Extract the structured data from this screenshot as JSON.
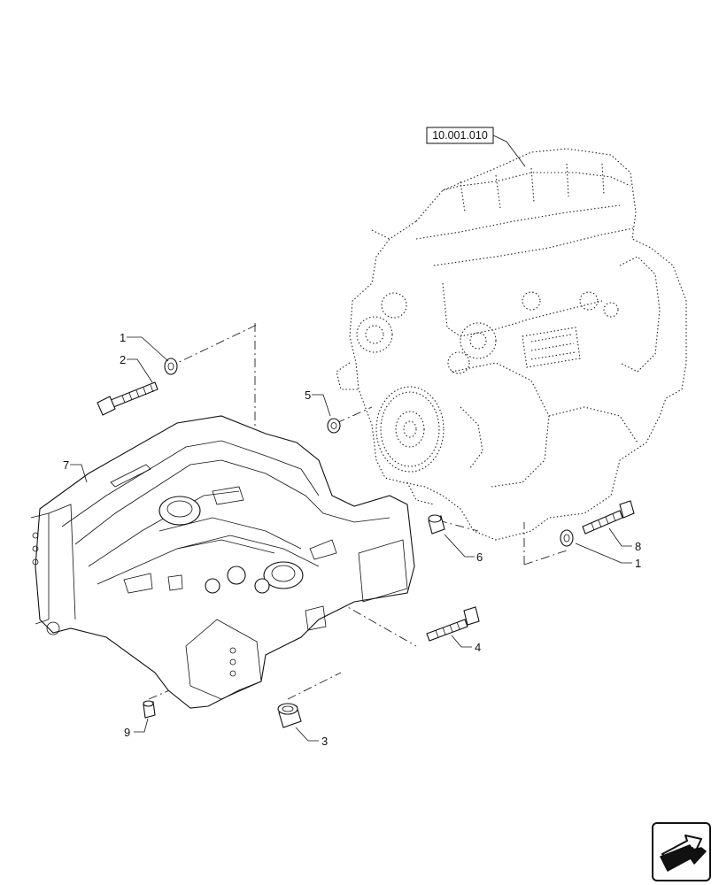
{
  "reference_box": {
    "text": "10.001.010"
  },
  "callouts": [
    {
      "id": "c1a",
      "text": "1"
    },
    {
      "id": "c2",
      "text": "2"
    },
    {
      "id": "c5",
      "text": "5"
    },
    {
      "id": "c7",
      "text": "7"
    },
    {
      "id": "c6",
      "text": "6"
    },
    {
      "id": "c8",
      "text": "8"
    },
    {
      "id": "c1b",
      "text": "1"
    },
    {
      "id": "c4",
      "text": "4"
    },
    {
      "id": "c9",
      "text": "9"
    },
    {
      "id": "c3",
      "text": "3"
    }
  ],
  "nav_icon": {
    "name": "next-page-arrow-icon"
  }
}
